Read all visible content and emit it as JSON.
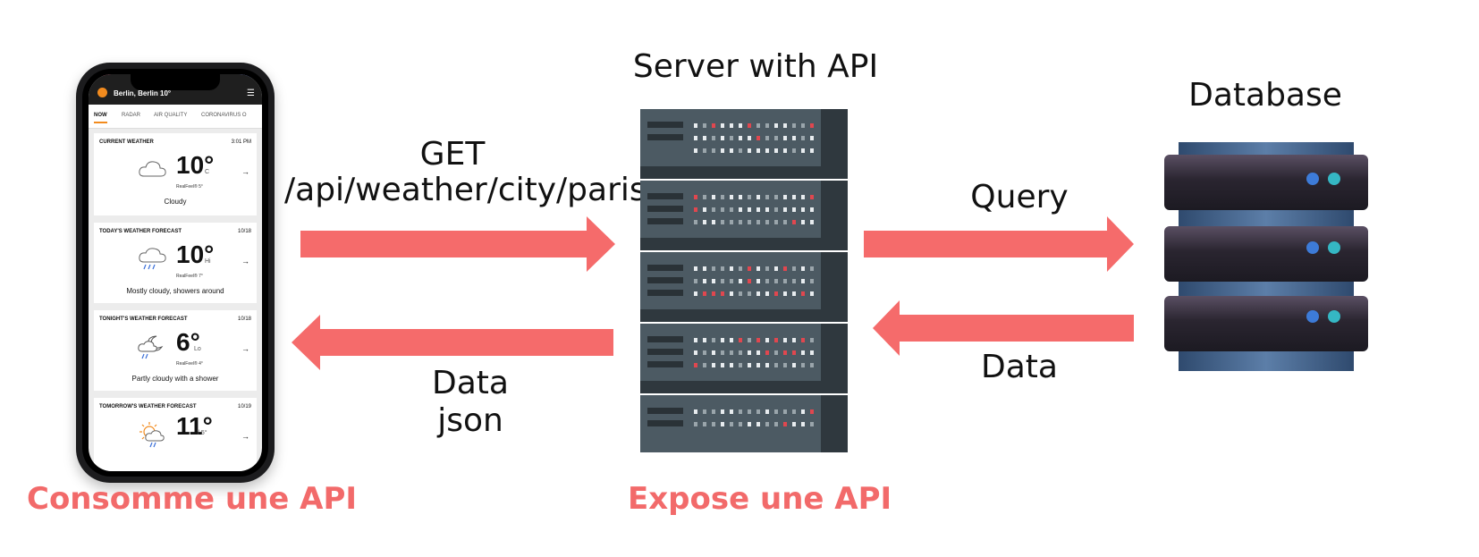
{
  "titles": {
    "server": "Server with API",
    "database": "Database",
    "consume": "Consomme une API",
    "expose": "Expose une API"
  },
  "arrows": {
    "request_line1": "GET",
    "request_line2": "/api/weather/city/paris",
    "response_line1": "Data",
    "response_line2": "json",
    "query": "Query",
    "db_data": "Data"
  },
  "colors": {
    "arrow": "#f56b6b",
    "accent_text": "#f26a6a"
  },
  "phone": {
    "city": "Berlin, Berlin",
    "header_temp": "10°",
    "tabs": [
      "NOW",
      "RADAR",
      "AIR QUALITY",
      "CORONAVIRUS O"
    ],
    "cards": [
      {
        "title": "CURRENT WEATHER",
        "date": "3:01 PM",
        "temp": "10°",
        "unit": "C",
        "realfeel": "RealFeel® 5°",
        "desc": "Cloudy",
        "icon": "cloud-icon"
      },
      {
        "title": "TODAY'S WEATHER FORECAST",
        "date": "10/18",
        "temp": "10°",
        "unit": "Hi",
        "realfeel": "RealFeel® 7°",
        "desc": "Mostly cloudy, showers around",
        "icon": "rain-cloud-icon"
      },
      {
        "title": "TONIGHT'S WEATHER FORECAST",
        "date": "10/18",
        "temp": "6°",
        "unit": "Lo",
        "realfeel": "RealFeel® 4°",
        "desc": "Partly cloudy with a shower",
        "icon": "moon-cloud-icon"
      },
      {
        "title": "TOMORROW'S WEATHER FORECAST",
        "date": "10/19",
        "temp": "11°",
        "unit": "/ 5°",
        "realfeel": "",
        "desc": "",
        "icon": "sun-cloud-icon"
      }
    ]
  }
}
